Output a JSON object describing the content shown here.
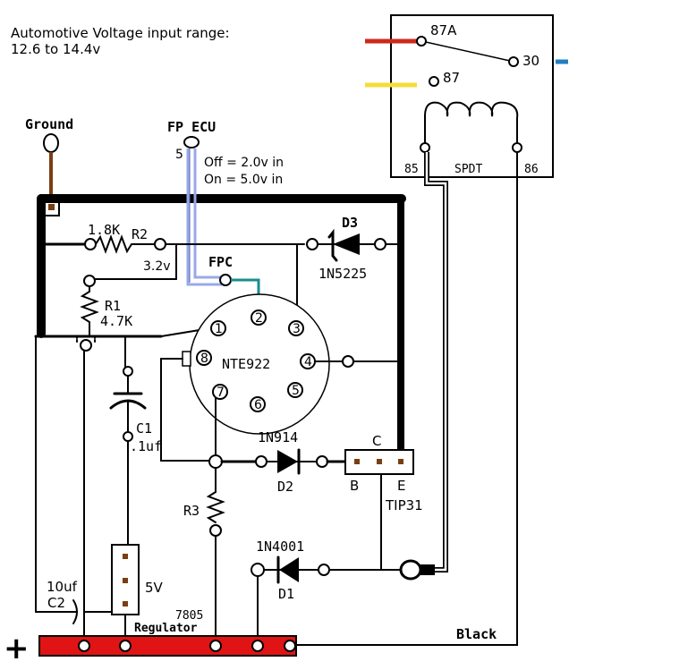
{
  "header": {
    "title_line1": "Automotive Voltage input range:",
    "title_line2": "12.6 to 14.4v"
  },
  "relay": {
    "pin_87a": "87A",
    "pin_87": "87",
    "pin_30": "30",
    "pin_85": "85",
    "pin_86": "86",
    "type": "SPDT",
    "wire_colors": {
      "87a": "#cc2a1e",
      "87": "#f5dc3a",
      "30": "#1f7fc4"
    }
  },
  "ground": {
    "label": "Ground",
    "wire_color": "#7a3e12"
  },
  "ecu": {
    "label": "FP ECU",
    "pin": "5",
    "off_text": "Off = 2.0v in",
    "on_text": "On = 5.0v in",
    "wire_color": "#9aa8e8"
  },
  "components": {
    "r2_value": "1.8K",
    "r2_name": "R2",
    "r2_voltage": "3.2v",
    "r1_name": "R1",
    "r1_value": "4.7K",
    "d3_name": "D3",
    "d3_part": "1N5225",
    "fpc_label": "FPC",
    "fpc_wire_color": "#1a8c8c",
    "ic_name": "NTE922",
    "ic_pins": [
      "1",
      "2",
      "3",
      "4",
      "5",
      "6",
      "7",
      "8"
    ],
    "c1_name": "C1",
    "c1_value": ".1uf",
    "d2_part": "1N914",
    "d2_name": "D2",
    "tip_c": "C",
    "tip_b": "B",
    "tip_e": "E",
    "tip_name": "TIP31",
    "r3_name": "R3",
    "d1_part": "1N4001",
    "d1_name": "D1",
    "c2_value": "10uf",
    "c2_name": "C2",
    "reg_voltage": "5V",
    "reg_part": "7805",
    "reg_name": "Regulator",
    "black_label": "Black",
    "plus_label": "+",
    "plus_bar_color": "#e01414"
  }
}
